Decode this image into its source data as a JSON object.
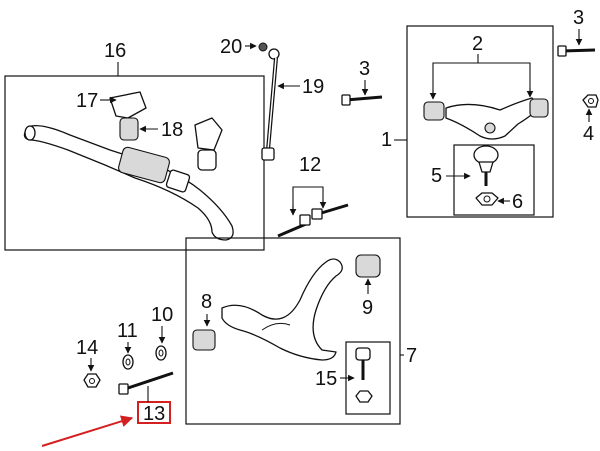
{
  "callouts": {
    "c1": "1",
    "c2": "2",
    "c3a": "3",
    "c3b": "3",
    "c4": "4",
    "c5": "5",
    "c6": "6",
    "c7": "7",
    "c8": "8",
    "c9": "9",
    "c10": "10",
    "c11": "11",
    "c12": "12",
    "c13": "13",
    "c14": "14",
    "c15": "15",
    "c16": "16",
    "c17": "17",
    "c18": "18",
    "c19": "19",
    "c20": "20"
  },
  "highlight": {
    "callout": "13",
    "color": "#d42020"
  }
}
